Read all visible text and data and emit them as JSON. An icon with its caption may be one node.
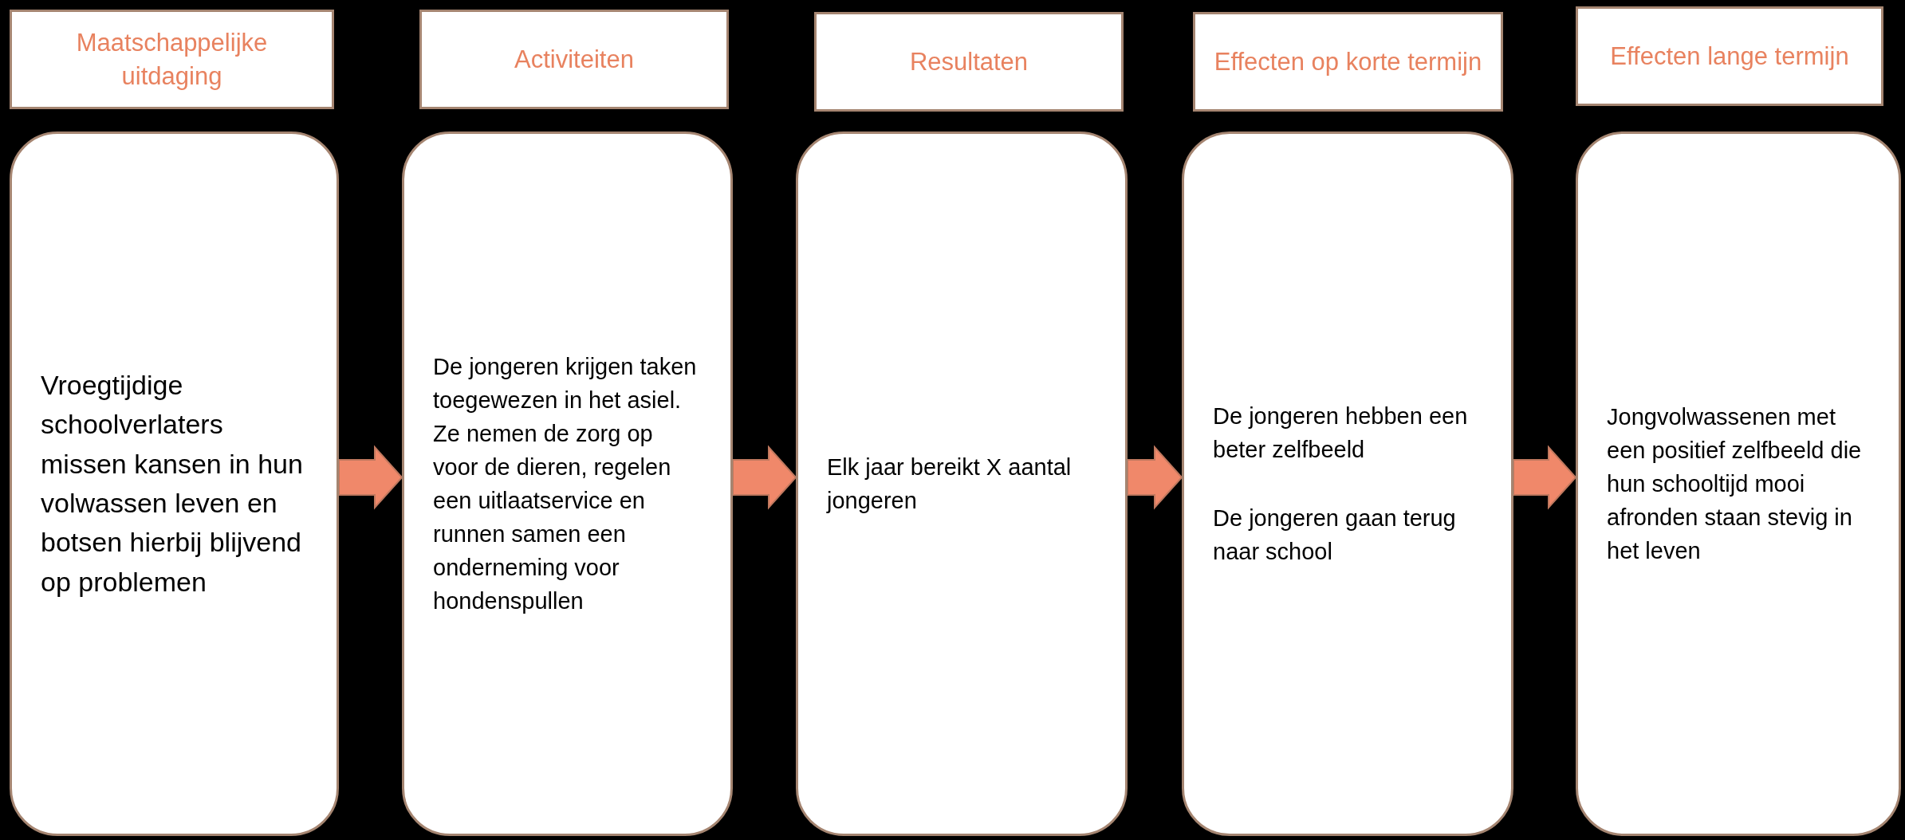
{
  "diagram": {
    "nodes": [
      {
        "text": [
          "Maatschappelijke uitdaging"
        ]
      },
      {
        "text": [
          "Activiteiten"
        ]
      },
      {
        "text": [
          "Resultaten"
        ]
      },
      {
        "text": [
          "Effecten op korte termijn"
        ]
      },
      {
        "text": [
          "Effecten lange termijn"
        ]
      },
      {
        "text": [
          "Vroegtijdige schoolverlaters missen kansen in hun volwassen leven en botsen hierbij blijvend op problemen"
        ]
      },
      {
        "text": [
          "De jongeren krijgen taken toegewezen in het asiel. Ze nemen de zorg op voor de dieren, regelen een uitlaatservice en runnen samen een onderneming voor hondenspullen"
        ]
      },
      {
        "text": [
          "Elk jaar bereikt X aantal jongeren"
        ]
      },
      {
        "text": [
          "De jongeren hebben een beter zelfbeeld",
          "De jongeren gaan terug naar school"
        ]
      },
      {
        "text": [
          "Jongvolwassenen met een positief zelfbeeld die hun schooltijd mooi afronden staan stevig in het leven"
        ]
      }
    ],
    "edges": [
      {
        "from": 5,
        "to": 6,
        "arrow": "to"
      },
      {
        "from": 6,
        "to": 7,
        "arrow": "to"
      },
      {
        "from": 7,
        "to": 8,
        "arrow": "to"
      },
      {
        "from": 8,
        "to": 9,
        "arrow": "to"
      }
    ]
  }
}
